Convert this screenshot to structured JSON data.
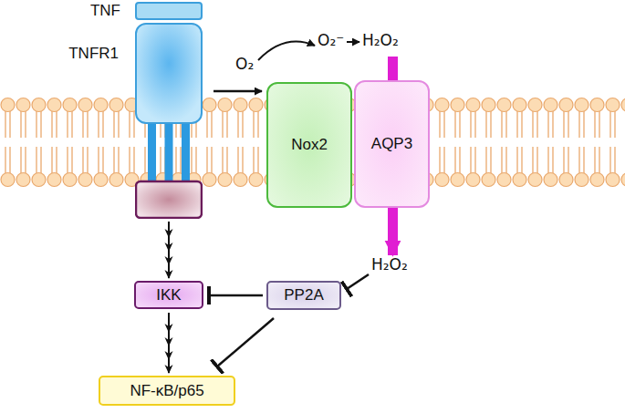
{
  "diagram": {
    "nodes": [
      {
        "text": [
          "TNF"
        ]
      },
      {
        "text": [
          "TNFR1"
        ]
      },
      {
        "text": [
          "Nox2"
        ]
      },
      {
        "text": [
          "AQP3"
        ]
      },
      {
        "text": [
          "IKK"
        ]
      },
      {
        "text": [
          "PP2A"
        ]
      },
      {
        "text": [
          "NF-κB/p65"
        ]
      }
    ],
    "edges": [
      {
        "from": 1,
        "to": 2,
        "arrow": "to"
      },
      {
        "from": 1,
        "to": 4,
        "arrow": "to"
      },
      {
        "from": 4,
        "to": 6,
        "arrow": "to"
      },
      {
        "from": 5,
        "to": 4,
        "arrow": "to"
      },
      {
        "from": 5,
        "to": 6,
        "arrow": "to"
      }
    ],
    "labels": [
      "O₂",
      "O₂⁻",
      "H₂O₂",
      "H₂O₂"
    ]
  }
}
